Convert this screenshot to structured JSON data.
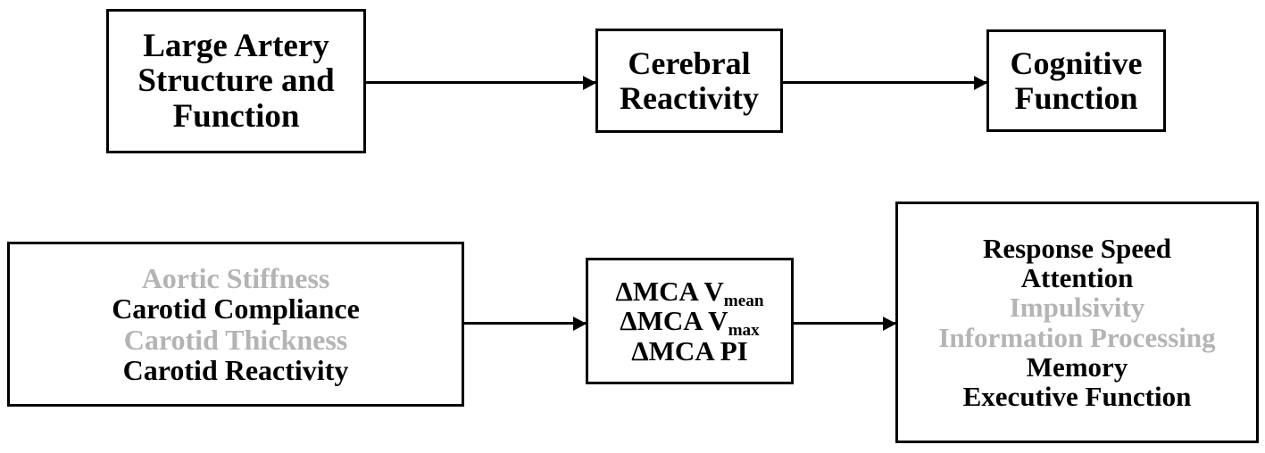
{
  "diagram": {
    "title": "Conceptual model: large artery structure and function to cerebral reactivity to cognitive function",
    "colors": {
      "text_active": "#000000",
      "text_dimmed": "#b4b4b4",
      "border": "#000000",
      "background": "#ffffff"
    },
    "top_row": {
      "box_1": {
        "name": "large-artery-structure-and-function",
        "lines": [
          "Large Artery",
          "Structure and",
          "Function"
        ]
      },
      "box_2": {
        "name": "cerebral-reactivity",
        "lines": [
          "Cerebral",
          "Reactivity"
        ]
      },
      "box_3": {
        "name": "cognitive-function",
        "lines": [
          "Cognitive",
          "Function"
        ]
      }
    },
    "bottom_row": {
      "box_1": {
        "name": "vascular-measures",
        "items": [
          {
            "text": "Aortic Stiffness",
            "dimmed": true
          },
          {
            "text": "Carotid Compliance",
            "dimmed": false
          },
          {
            "text": "Carotid Thickness",
            "dimmed": true
          },
          {
            "text": "Carotid Reactivity",
            "dimmed": false
          }
        ]
      },
      "box_2": {
        "name": "mca-measures",
        "items": [
          {
            "base": "ΔMCA V",
            "subscript": "mean",
            "dimmed": false
          },
          {
            "base": "ΔMCA V",
            "subscript": "max",
            "dimmed": false
          },
          {
            "base": "ΔMCA PI",
            "subscript": "",
            "dimmed": false
          }
        ]
      },
      "box_3": {
        "name": "cognitive-domains",
        "items": [
          {
            "text": "Response Speed",
            "dimmed": false
          },
          {
            "text": "Attention",
            "dimmed": false
          },
          {
            "text": "Impulsivity",
            "dimmed": true
          },
          {
            "text": "Information Processing",
            "dimmed": true
          },
          {
            "text": "Memory",
            "dimmed": false
          },
          {
            "text": "Executive Function",
            "dimmed": false
          }
        ]
      }
    },
    "arrows": [
      {
        "name": "arrow-artery-to-reactivity",
        "from": "large-artery-structure-and-function",
        "to": "cerebral-reactivity"
      },
      {
        "name": "arrow-reactivity-to-cognition",
        "from": "cerebral-reactivity",
        "to": "cognitive-function"
      },
      {
        "name": "arrow-vascular-to-mca",
        "from": "vascular-measures",
        "to": "mca-measures"
      },
      {
        "name": "arrow-mca-to-domains",
        "from": "mca-measures",
        "to": "cognitive-domains"
      }
    ]
  }
}
